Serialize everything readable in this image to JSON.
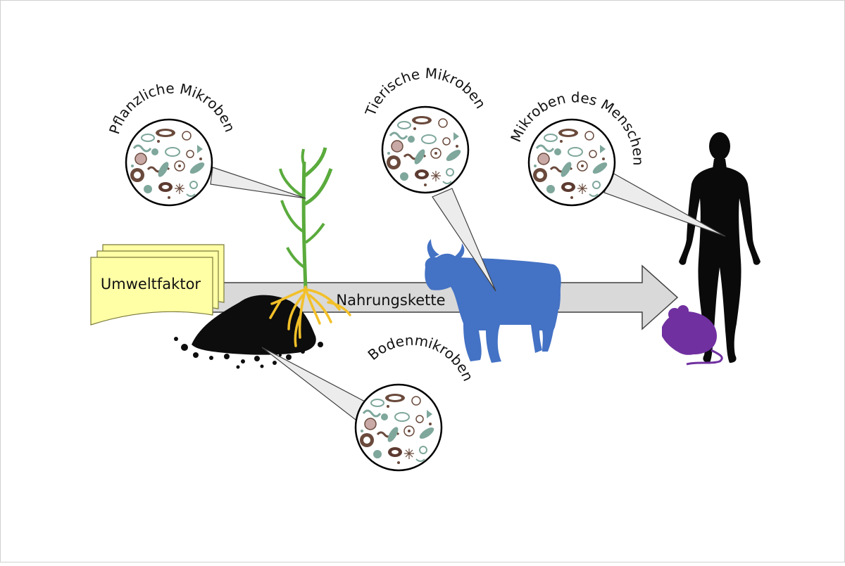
{
  "labels": {
    "umweltfaktor": "Umweltfaktor",
    "nahrungskette": "Nahrungskette",
    "pflanzliche": "Pflanzliche Mikroben",
    "tierische": "Tierische Mikroben",
    "menschen": "Mikroben des Menschen",
    "boden": "Bodenmikroben"
  },
  "colors": {
    "arrow_fill": "#d9d9d9",
    "arrow_stroke": "#404040",
    "document_fill": "#ffffa6",
    "document_stroke": "#7a7a3a",
    "plant_green": "#5aab3c",
    "root_yellow": "#f2c028",
    "soil": "#0d0d0d",
    "cow_blue": "#4472c4",
    "mouse_purple": "#7030a0",
    "human": "#0a0a0a",
    "callout_fill": "#ececec",
    "microbe_teal": "#7fa79c",
    "microbe_brown": "#6a4a3c"
  },
  "icons": [
    "plant-icon",
    "soil-icon",
    "cow-icon",
    "mouse-icon",
    "human-icon",
    "microbe-circle-icon"
  ]
}
